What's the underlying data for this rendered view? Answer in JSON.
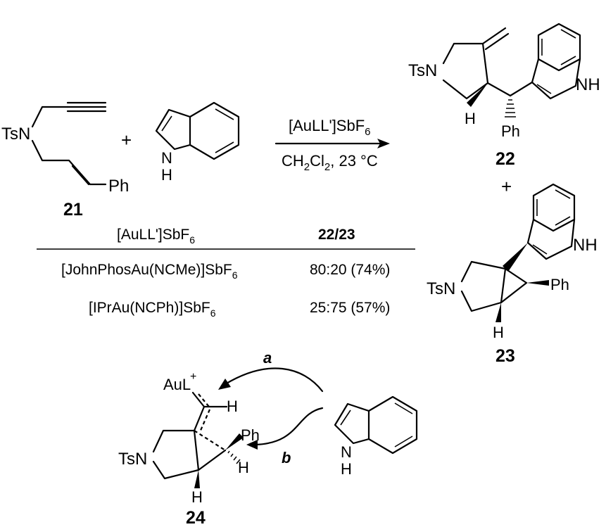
{
  "reaction": {
    "reagent_top": "[AuLL']SbF",
    "reagent_top_sub": "6",
    "reagent_bottom": "CH",
    "reagent_bottom_sub": "2",
    "reagent_bottom_cl": "Cl",
    "reagent_bottom_sub2": "2",
    "reagent_bottom_rest": ", 23 °C",
    "plus_1": "+",
    "plus_2": "+"
  },
  "compounds": {
    "c21": "21",
    "c22": "22",
    "c23": "23",
    "c24": "24"
  },
  "atoms": {
    "tsn": "TsN",
    "ph": "Ph",
    "h": "H",
    "nh": "NH",
    "n": "N",
    "aul": "AuL",
    "plus_charge": "+"
  },
  "table": {
    "header_catalyst": "[AuLL']SbF",
    "header_catalyst_sub": "6",
    "header_ratio": "22/23",
    "rows": [
      {
        "catalyst": "[JohnPhosAu(NCMe)]SbF",
        "sub": "6",
        "ratio": "80:20 (74%)"
      },
      {
        "catalyst": "[IPrAu(NCPh)]SbF",
        "sub": "6",
        "ratio": "25:75 (57%)"
      }
    ]
  },
  "mechanism": {
    "path_a": "a",
    "path_b": "b"
  }
}
